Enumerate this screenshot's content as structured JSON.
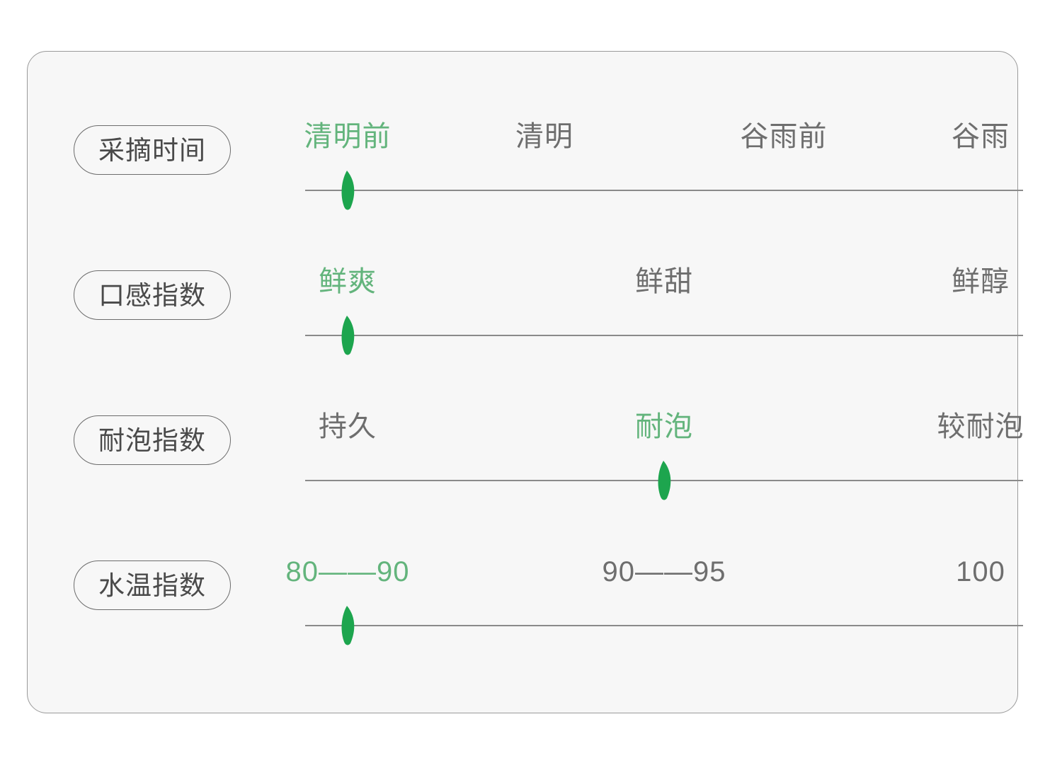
{
  "card": {
    "background_color": "#f7f7f7",
    "border_color": "#9a9a9a"
  },
  "theme": {
    "active_color": "#63b47c",
    "handle_color": "#1da54e",
    "inactive_color": "#6e6e6e",
    "track_color": "#8a8a8a"
  },
  "rows": [
    {
      "label": "采摘时间",
      "options": [
        {
          "text": "清明前",
          "active": true
        },
        {
          "text": "清明",
          "active": false
        },
        {
          "text": "谷雨前",
          "active": false
        },
        {
          "text": "谷雨",
          "active": false
        }
      ],
      "selected_index": 0
    },
    {
      "label": "口感指数",
      "options": [
        {
          "text": "鲜爽",
          "active": true
        },
        {
          "text": "鲜甜",
          "active": false
        },
        {
          "text": "鲜醇",
          "active": false
        }
      ],
      "selected_index": 0
    },
    {
      "label": "耐泡指数",
      "options": [
        {
          "text": "持久",
          "active": false
        },
        {
          "text": "耐泡",
          "active": true
        },
        {
          "text": "较耐泡",
          "active": false
        }
      ],
      "selected_index": 1
    },
    {
      "label": "水温指数",
      "options": [
        {
          "text": "80——90",
          "active": true
        },
        {
          "text": "90——95",
          "active": false
        },
        {
          "text": "100",
          "active": false
        }
      ],
      "selected_index": 0
    }
  ]
}
